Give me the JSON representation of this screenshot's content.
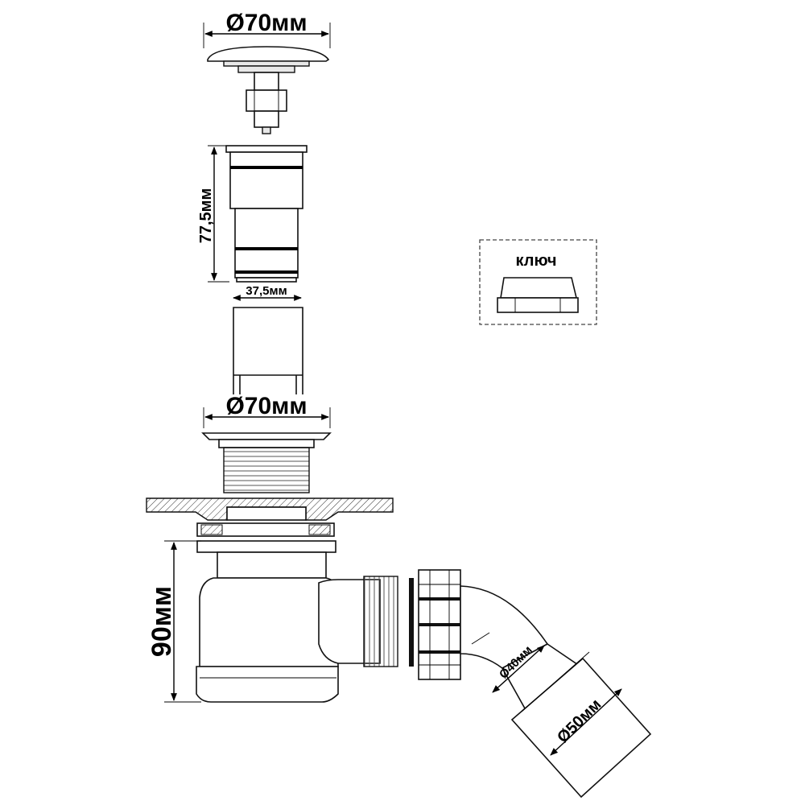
{
  "labels": {
    "cap_diameter": "Ø70мм",
    "body_length": "77,5мм",
    "body_width": "37,5мм",
    "flange_diameter": "Ø70мм",
    "siphon_height": "90мм",
    "pipe_inner": "Ø40мм",
    "pipe_outer": "Ø50мм",
    "key_label": "ключ"
  },
  "colors": {
    "line": "#111111",
    "fill": "#ffffff",
    "shade": "#e8e8e8"
  }
}
